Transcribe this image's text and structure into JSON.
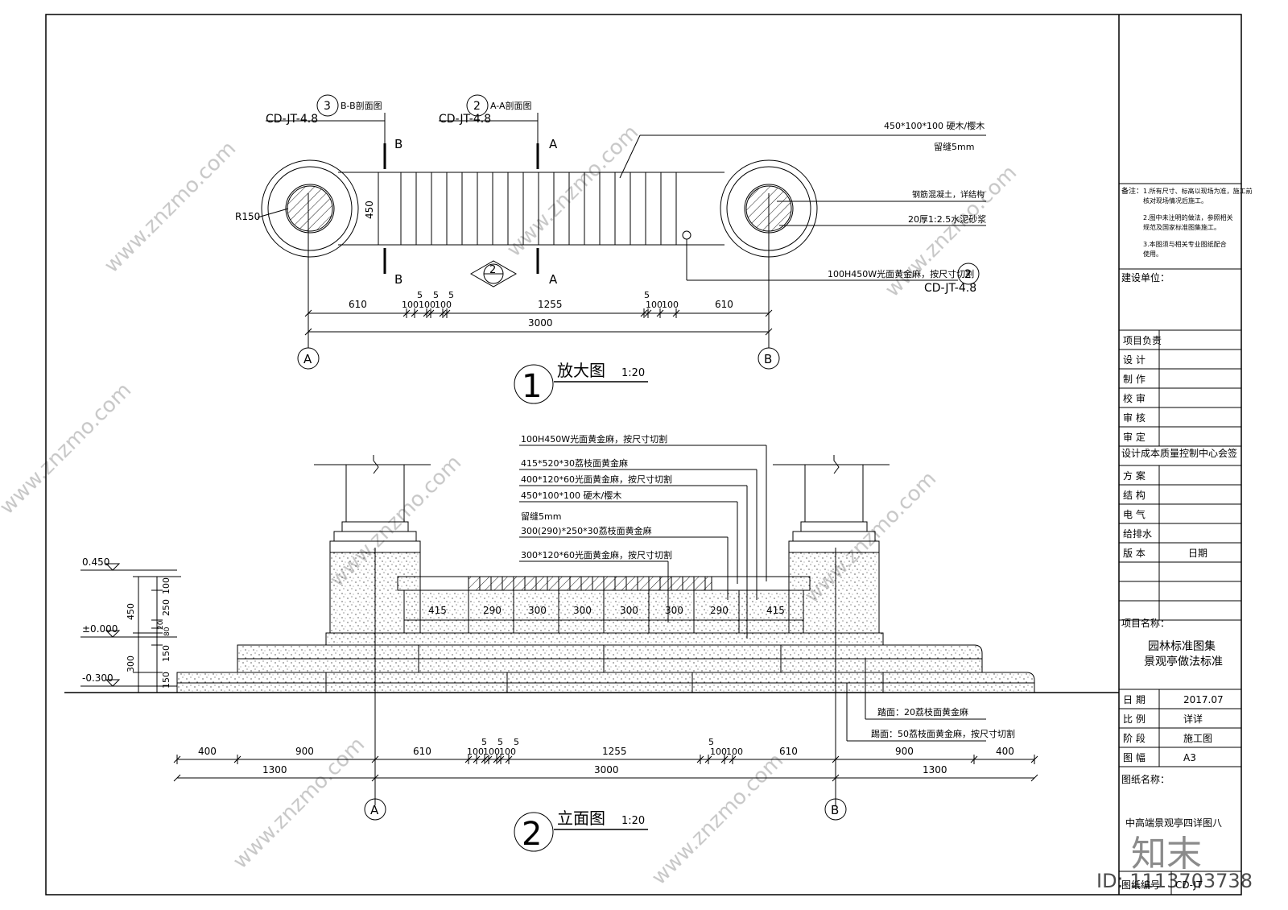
{
  "plan": {
    "title": "放大图",
    "scale": "1:20",
    "index_no": "1",
    "section_ref_b": {
      "no": "3",
      "label": "B-B剖面图",
      "code": "CD-JT-4.8",
      "cut": "B"
    },
    "section_ref_a": {
      "no": "2",
      "label": "A-A剖面图",
      "code": "CD-JT-4.8",
      "cut": "A"
    },
    "elev_marker_no": "2",
    "radius": "R150",
    "width_dim": "450",
    "notes": [
      "450*100*100 硬木/樱木",
      "留缝5mm",
      "钢筋混凝土，详结构",
      "20厚1:2.5水泥砂浆",
      "100H450W光面黄金麻，按尺寸切割"
    ],
    "note_ref": {
      "no": "2",
      "code": "CD-JT-4.8"
    },
    "dims_top": [
      "610",
      "100",
      "5",
      "100",
      "5",
      "100",
      "5",
      "1255",
      "5",
      "100",
      "100",
      "610"
    ],
    "dim_total": "3000",
    "axis_a": "A",
    "axis_b": "B"
  },
  "elevation": {
    "title": "立面图",
    "scale": "1:20",
    "index_no": "2",
    "notes": [
      "100H450W光面黄金麻，按尺寸切割",
      "415*520*30荔枝面黄金麻",
      "400*120*60光面黄金麻，按尺寸切割",
      "450*100*100 硬木/樱木",
      "留缝5mm",
      "300(290)*250*30荔枝面黄金麻",
      "300*120*60光面黄金麻，按尺寸切割"
    ],
    "bench_dims": [
      "415",
      "290",
      "300",
      "300",
      "300",
      "300",
      "290",
      "415"
    ],
    "levels": [
      "0.450",
      "±0.000",
      "-0.300"
    ],
    "vert_dims": [
      "100",
      "250",
      "20",
      "80",
      "150",
      "150",
      "450",
      "300"
    ],
    "step_notes": [
      "踏面：20荔枝面黄金麻",
      "踢面：50荔枝面黄金麻，按尺寸切割"
    ],
    "dims_row1": [
      "400",
      "900",
      "610",
      "100",
      "5",
      "100",
      "5",
      "100",
      "5",
      "1255",
      "5",
      "100",
      "100",
      "610",
      "900",
      "400"
    ],
    "dims_row2": [
      "1300",
      "3000",
      "1300"
    ],
    "axis_a": "A",
    "axis_b": "B"
  },
  "title_block": {
    "note_head": "备注：",
    "note_lines": [
      "1.所有尺寸、标高以现场为准，施工前",
      "核对现场情况后施工。",
      "2.图中未注明的做法，参照相关",
      "规范及国家标准图集施工。",
      "3.本图须与相关专业图纸配合",
      "使用。"
    ],
    "client_label": "建设单位：",
    "rows": [
      {
        "label": "项目负责",
        "value": ""
      },
      {
        "label": "设 计",
        "value": ""
      },
      {
        "label": "制 作",
        "value": ""
      },
      {
        "label": "校 审",
        "value": ""
      },
      {
        "label": "审 核",
        "value": ""
      },
      {
        "label": "审 定",
        "value": ""
      }
    ],
    "countersign": "设计成本质量控制中心会签",
    "sign_rows": [
      {
        "label": "方 案",
        "value": ""
      },
      {
        "label": "结 构",
        "value": ""
      },
      {
        "label": "电 气",
        "value": ""
      },
      {
        "label": "给排水",
        "value": ""
      },
      {
        "label": "版 本",
        "value": "日期"
      }
    ],
    "project_label": "项目名称：",
    "project_name_1": "园林标准图集",
    "project_name_2": "景观亭做法标准",
    "info_rows": [
      {
        "label": "日 期",
        "value": "2017.07"
      },
      {
        "label": "比 例",
        "value": "详详"
      },
      {
        "label": "阶 段",
        "value": "施工图"
      },
      {
        "label": "图 幅",
        "value": "A3"
      }
    ],
    "drawing_label": "图纸名称：",
    "drawing_name": "中高端景观亭四详图八",
    "drawing_no_label": "图纸编号",
    "drawing_no": "CD-JT"
  },
  "watermark": {
    "brand": "知末",
    "site": "www.znzmo.com",
    "id": "ID: 1113703738"
  }
}
